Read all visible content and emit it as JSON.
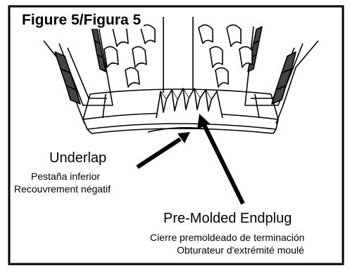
{
  "figure": {
    "title": "Figure 5/Figura 5"
  },
  "callouts": {
    "underlap": {
      "english": "Underlap",
      "spanish": "Pestaña inferior",
      "french": "Recouvrement négatif"
    },
    "endplug": {
      "english": "Pre-Molded Endplug",
      "spanish": "Cierre premoldeado de terminación",
      "french": "Obturateur d'extrémité moulé"
    }
  },
  "colors": {
    "line": "#000000",
    "background": "#ffffff"
  }
}
